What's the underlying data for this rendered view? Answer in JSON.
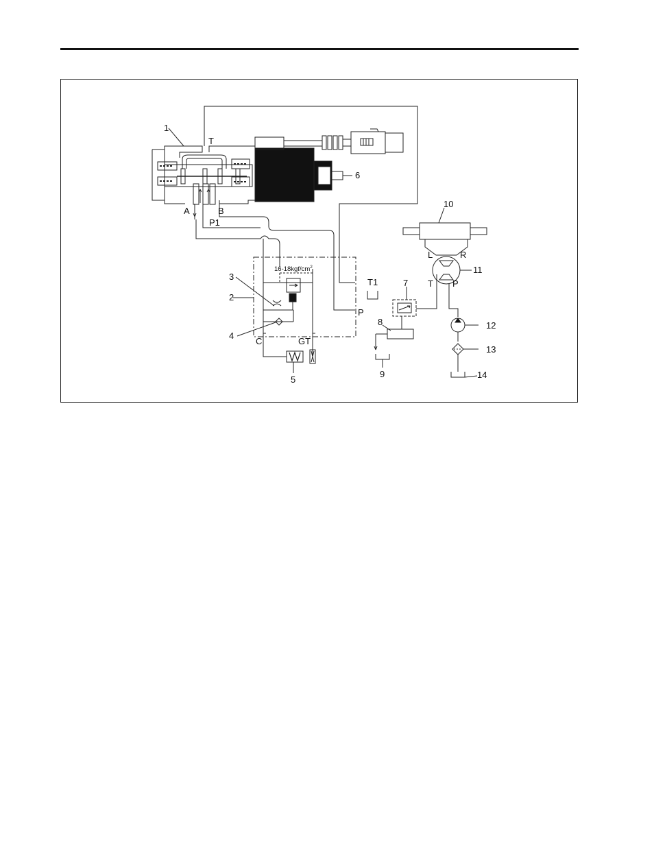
{
  "diagram": {
    "pressure_setting": "16-18kgf/cm",
    "pressure_sup": "2",
    "ports": {
      "T": "T",
      "A": "A",
      "B": "B",
      "P1": "P1",
      "T1": "T1",
      "P": "P",
      "C": "C",
      "GT": "GT",
      "L": "L",
      "R": "R",
      "T_ps": "T",
      "P_ps": "P"
    },
    "callouts": [
      "1",
      "2",
      "3",
      "4",
      "5",
      "6",
      "7",
      "8",
      "9",
      "10",
      "11",
      "12",
      "13",
      "14"
    ]
  }
}
